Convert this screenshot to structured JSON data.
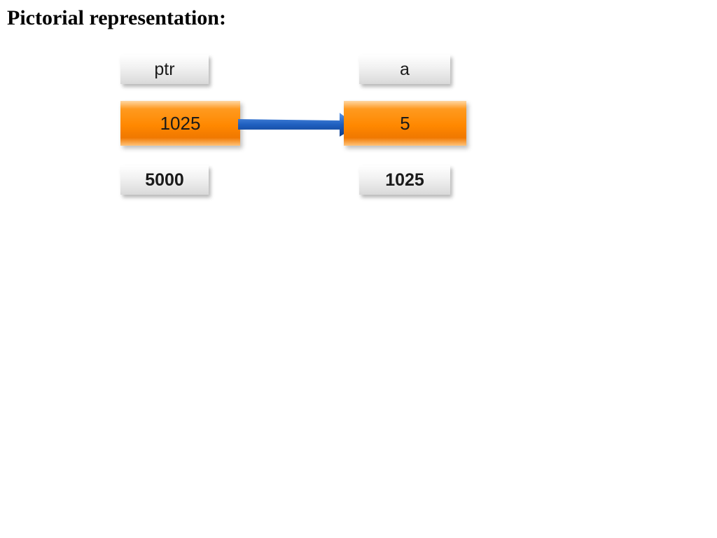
{
  "title": "Pictorial representation:",
  "variables": [
    {
      "name": "ptr",
      "value": "1025",
      "address": "5000"
    },
    {
      "name": "a",
      "value": "5",
      "address": "1025"
    }
  ],
  "colors": {
    "value_box": "#ff8800",
    "name_box": "#e6e6e6",
    "arrow": "#1f5fbf"
  }
}
